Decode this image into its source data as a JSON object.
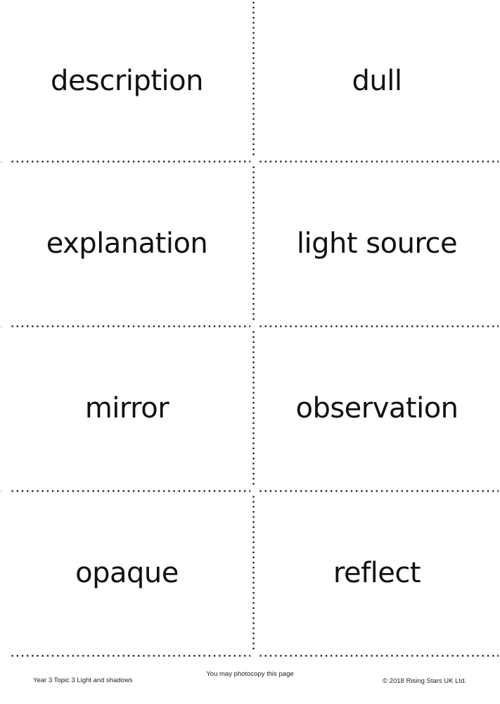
{
  "cards": [
    {
      "word": "description"
    },
    {
      "word": "dull"
    },
    {
      "word": "explanation"
    },
    {
      "word": "light source"
    },
    {
      "word": "mirror"
    },
    {
      "word": "observation"
    },
    {
      "word": "opaque"
    },
    {
      "word": "reflect"
    }
  ],
  "footer": {
    "left": "Year 3 Topic 3 Light and shadows",
    "center": "You may photocopy this page",
    "right": "© 2018 Rising Stars UK Ltd."
  },
  "colors": {
    "text": "#111111",
    "background": "#ffffff",
    "cut_line": "#1a1a1a"
  }
}
